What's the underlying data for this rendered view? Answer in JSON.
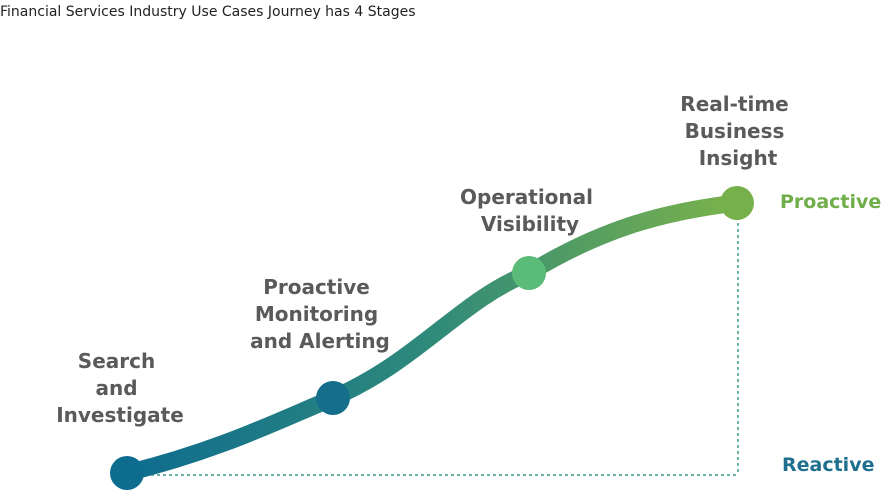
{
  "caption": "Financial Services Industry Use Cases Journey has 4 Stages",
  "colors": {
    "curve_start": "#0e6c8f",
    "curve_end": "#7bb24a",
    "proactive": "#6fae49",
    "reactive": "#1f6f8f",
    "stage_text": "#5a5a5a",
    "guide_line": "#3a9a88"
  },
  "stages": [
    {
      "lines": [
        "Search",
        "and",
        "Investigate"
      ],
      "marker_color": "#0e6c8f"
    },
    {
      "lines": [
        "Proactive",
        "Monitoring",
        "and Alerting"
      ],
      "marker_color": "#136f8c"
    },
    {
      "lines": [
        "Operational",
        "Visibility"
      ],
      "marker_color": "#5bbb78"
    },
    {
      "lines": [
        "Real-time",
        "Business",
        "Insight"
      ],
      "marker_color": "#76b04a"
    }
  ],
  "levels": {
    "top": "Proactive",
    "bottom": "Reactive"
  }
}
